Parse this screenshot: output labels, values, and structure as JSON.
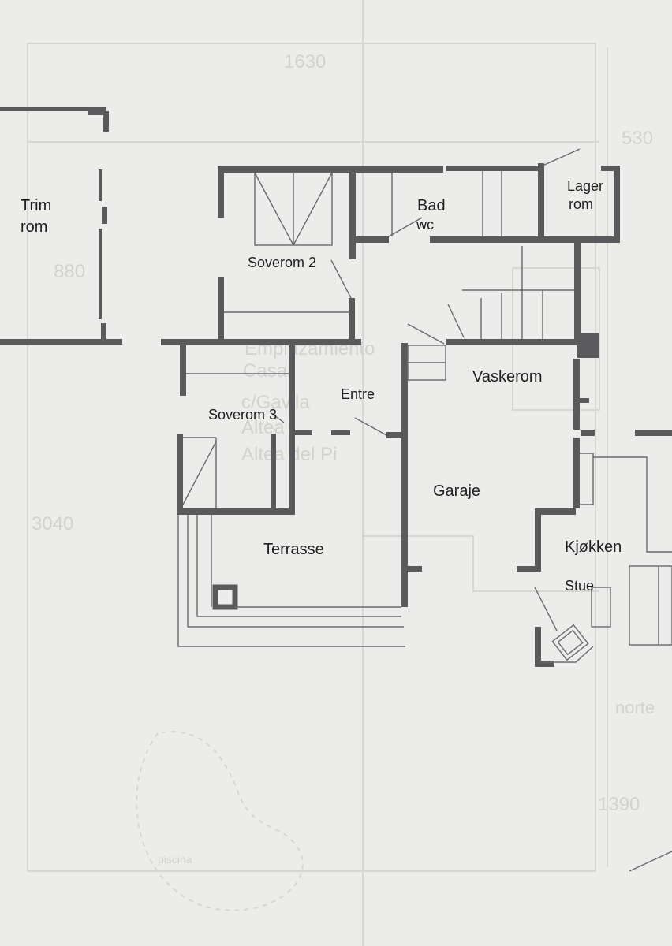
{
  "plan": {
    "rooms": {
      "trim_line1": "Trim",
      "trim_line2": "rom",
      "soverom2": "Soverom 2",
      "bad_line1": "Bad",
      "bad_line2": "wc",
      "lager_line1": "Lager",
      "lager_line2": "rom",
      "vaskerom": "Vaskerom",
      "entre": "Entre",
      "soverom3": "Soverom 3",
      "garaje": "Garaje",
      "terrasse": "Terrasse",
      "kjokken": "Kjøkken",
      "stue": "Stue"
    },
    "background_marks": {
      "dim_1630": "1630",
      "dim_530": "530",
      "dim_880": "880",
      "dim_3040": "3040",
      "dim_1390": "1390",
      "faint_1": "Emplazamiento",
      "faint_2": "Casa",
      "faint_3": "c/Gavila",
      "faint_4": "Altea",
      "faint_5": "Altea del Pi",
      "faint_north": "norte",
      "faint_piscina": "piscina"
    }
  },
  "colors": {
    "wall": "#5a5a5c",
    "paper": "#ececea",
    "label": "#1e1e1e"
  }
}
